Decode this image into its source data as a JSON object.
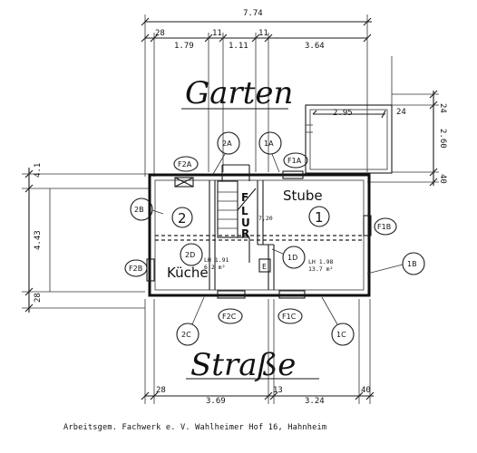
{
  "labels": {
    "garden": "Garten",
    "street": "Straße",
    "room_stube": "Stube",
    "room_kueche": "Küche",
    "flur": [
      "F",
      "L",
      "U",
      "R"
    ],
    "room_number_1": "1",
    "room_number_2": "2",
    "area_1_a": "LH 1.98",
    "area_1_b": "13.7 m²",
    "area_2_a": "LH 1.91",
    "area_2_b": "6.2 m²",
    "flur_note": "7,20",
    "small_e": "E"
  },
  "dimensions": {
    "top_total": "7.74",
    "top_seg_1": "28",
    "top_seg_2": "1.79",
    "top_seg_3": "11",
    "top_seg_4": "1.11",
    "top_seg_5": "11",
    "top_seg_6": "3.64",
    "annex_width": "2.95",
    "annex_right": "24",
    "right_seg_1": "24",
    "right_seg_2": "2.60",
    "right_seg_3": "40",
    "left_seg_1": "4.1",
    "left_seg_2": "4.43",
    "left_seg_3": "28",
    "bottom_seg_1": "28",
    "bottom_seg_2": "3.69",
    "bottom_seg_3": "13",
    "bottom_seg_4": "3.24",
    "bottom_seg_5": "40"
  },
  "markers": {
    "m_2a": "2A",
    "m_2b": "2B",
    "m_2c": "2C",
    "m_2d": "2D",
    "m_1a": "1A",
    "m_1b": "1B",
    "m_1c": "1C",
    "m_1d": "1D",
    "w_f2a": "F2A",
    "w_f1a": "F1A",
    "w_f2b": "F2B",
    "w_f2c": "F2C",
    "w_f1c": "F1C",
    "w_f1b": "F1B"
  },
  "caption": "Arbeitsgem. Fachwerk e. V. Wahlheimer Hof 16, Hahnheim"
}
